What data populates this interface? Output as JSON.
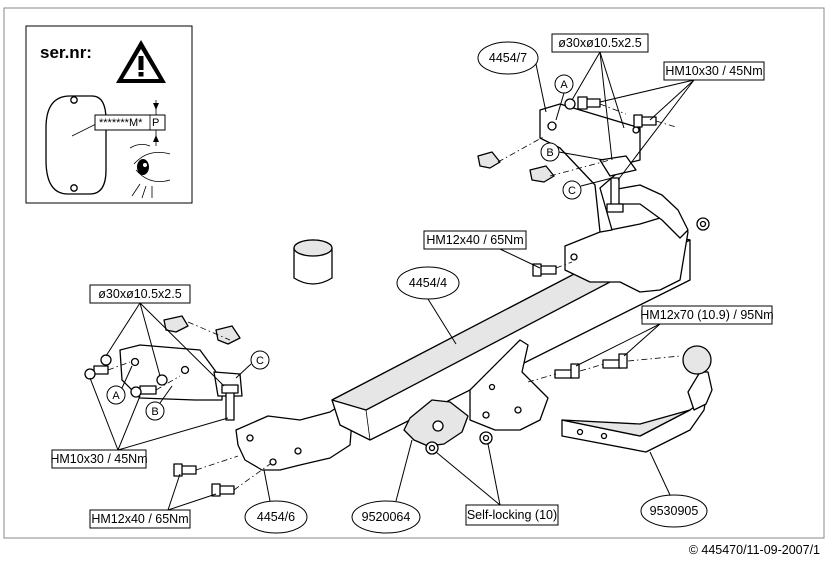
{
  "serial_panel": {
    "title": "ser.nr:",
    "plate_text": "*******M*",
    "plate_suffix": "P"
  },
  "labels": {
    "bracket_right_part": "4454/7",
    "washer_top": "ø30xø10.5x2.5",
    "bolt_top_right": "HM10x30 / 45Nm",
    "bolt_center": "HM12x40 / 65Nm",
    "crossbar_part": "4454/4",
    "washer_left": "ø30xø10.5x2.5",
    "bolt_ball": "HM12x70 (10.9) / 95Nm",
    "bolt_left": "HM10x30 / 45Nm",
    "bolt_bottom_left": "HM12x40 / 65Nm",
    "bracket_left_part": "4454/6",
    "socket_plate_part": "9520064",
    "nut_label": "Self-locking (10)",
    "ball_part": "9530905",
    "callout_a": "A",
    "callout_b": "B",
    "callout_c": "C"
  },
  "footer": {
    "copyright": "© 445470/11-09-2007/1"
  }
}
